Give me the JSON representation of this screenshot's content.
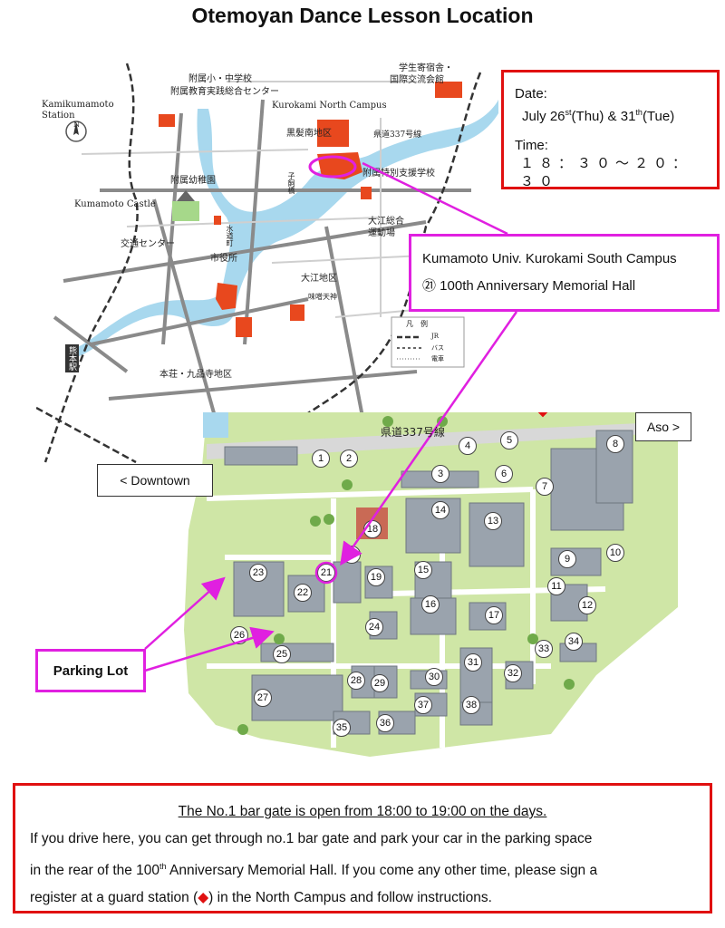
{
  "title": "Otemoyan Dance Lesson Location",
  "date_box": {
    "date_label": "Date:",
    "date_prefix": "July 26",
    "date_sup1": "st",
    "date_mid": "(Thu) & 31",
    "date_sup2": "th",
    "date_suffix": "(Tue)",
    "time_label": "Time:",
    "time_value": "１８：３０～２０：３０"
  },
  "location_box": {
    "line1": "Kumamoto Univ. Kurokami South Campus",
    "line2": "㉑  100th Anniversary Memorial Hall"
  },
  "parking_label": "Parking Lot",
  "directions": {
    "downtown": "<  Downtown",
    "aso": "Aso  >"
  },
  "upper_map_labels": {
    "kamikumamoto": "Kamikumamoto\nStation",
    "north_arrow": "N",
    "kumamoto_castle": "Kumamoto Castle",
    "kurokami_north": "Kurokami North Campus",
    "elementary": "附属小・中学校",
    "education_center": "附属教育実践総合センター",
    "dorm": "学生寄宿舎・",
    "exchange": "国際交流会館",
    "route337": "県道337号線",
    "kurokami_south_area": "黒髪南地区",
    "special_school": "附属特別支援学校",
    "kindergarten": "附属幼稚園",
    "ooe_stadium1": "大江総合",
    "ooe_stadium2": "運動場",
    "kotsu_center": "交通センター",
    "city_hall": "市役所",
    "ooe_area": "大江地区",
    "ajisaki": "味噌天神",
    "honjo": "本荘・九品寺地区",
    "kumamoto_sta": "熊本駅",
    "legend_title": "凡　例",
    "legend_jr": "JR",
    "legend_bus": "バス",
    "legend_tram": "電車",
    "suido": "水道町",
    "ko": "子飼橋"
  },
  "campus_map": {
    "route_label": "県道337号線",
    "building_numbers": [
      "1",
      "2",
      "3",
      "4",
      "5",
      "6",
      "7",
      "8",
      "9",
      "10",
      "11",
      "12",
      "13",
      "14",
      "15",
      "16",
      "17",
      "18",
      "19",
      "20",
      "21",
      "22",
      "23",
      "24",
      "25",
      "26",
      "27",
      "28",
      "29",
      "30",
      "31",
      "32",
      "33",
      "34",
      "35",
      "36",
      "37",
      "38"
    ]
  },
  "notice": {
    "heading": "The No.1 bar gate is open from 18:00 to 19:00 on the days.",
    "line1": "If you drive here, you can get through no.1 bar gate and park your car in the parking space",
    "line2a": "in the rear of the 100",
    "line2sup": "th",
    "line2b": " Anniversary Memorial Hall. If you come any other time, please sign a",
    "line3a": "register at a guard station (",
    "line3diamond": "◆",
    "line3b": ")   in the North Campus and follow instructions."
  },
  "colors": {
    "red": "#e01010",
    "magenta": "#e020e0",
    "building_orange": "#e8481e",
    "river": "#a8d8ee",
    "campus_green": "#cfe6a6"
  }
}
